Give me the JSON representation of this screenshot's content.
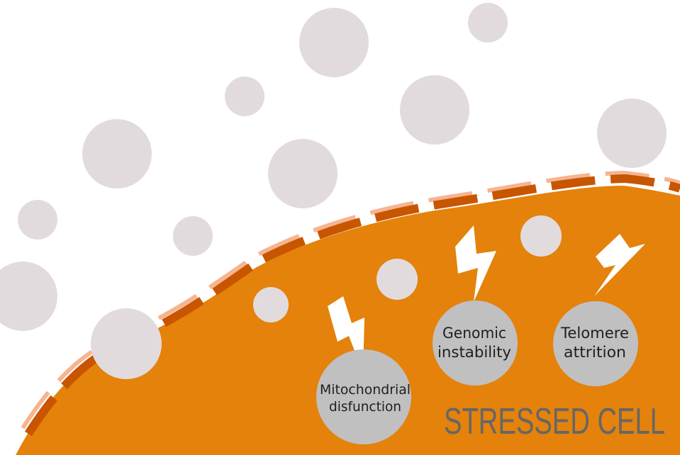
{
  "diagram": {
    "title": "STRESSED CELL",
    "colors": {
      "cell_fill": "#e4820b",
      "membrane_dark": "#c85500",
      "membrane_light": "#f6b490",
      "molecule": "#e2dbdd",
      "stress_circle": "#c0c0c0",
      "bolt": "#ffffff",
      "title_text": "#666666"
    },
    "stressors": [
      {
        "id": "mito",
        "lines": [
          "Mitochondrial",
          "disfunction"
        ],
        "icon": "lightning-bolt-icon"
      },
      {
        "id": "genomic",
        "lines": [
          "Genomic",
          "instability"
        ],
        "icon": "lightning-bolt-icon"
      },
      {
        "id": "telomere",
        "lines": [
          "Telomere",
          "attrition"
        ],
        "icon": "lightning-bolt-icon"
      }
    ]
  }
}
